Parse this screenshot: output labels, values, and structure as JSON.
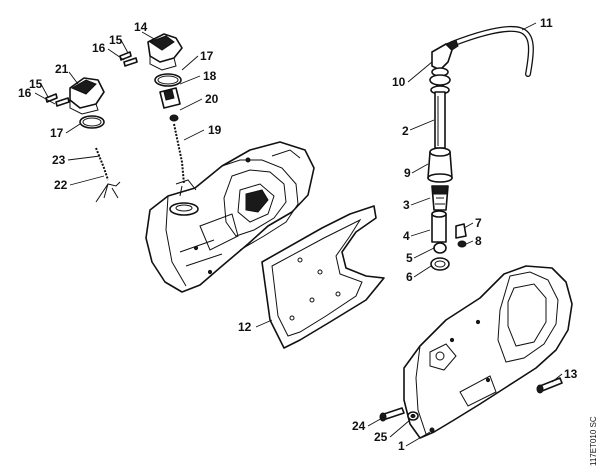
{
  "drawing_code": "117ET010 SC",
  "callouts": {
    "c1": "1",
    "c2": "2",
    "c3": "3",
    "c4": "4",
    "c5": "5",
    "c6": "6",
    "c7": "7",
    "c8": "8",
    "c9": "9",
    "c10": "10",
    "c11": "11",
    "c12": "12",
    "c13": "13",
    "c14": "14",
    "c15a": "15",
    "c15b": "15",
    "c16a": "16",
    "c16b": "16",
    "c17a": "17",
    "c17b": "17",
    "c18": "18",
    "c19": "19",
    "c20": "20",
    "c21": "21",
    "c22": "22",
    "c23": "23",
    "c24": "24",
    "c25": "25"
  }
}
